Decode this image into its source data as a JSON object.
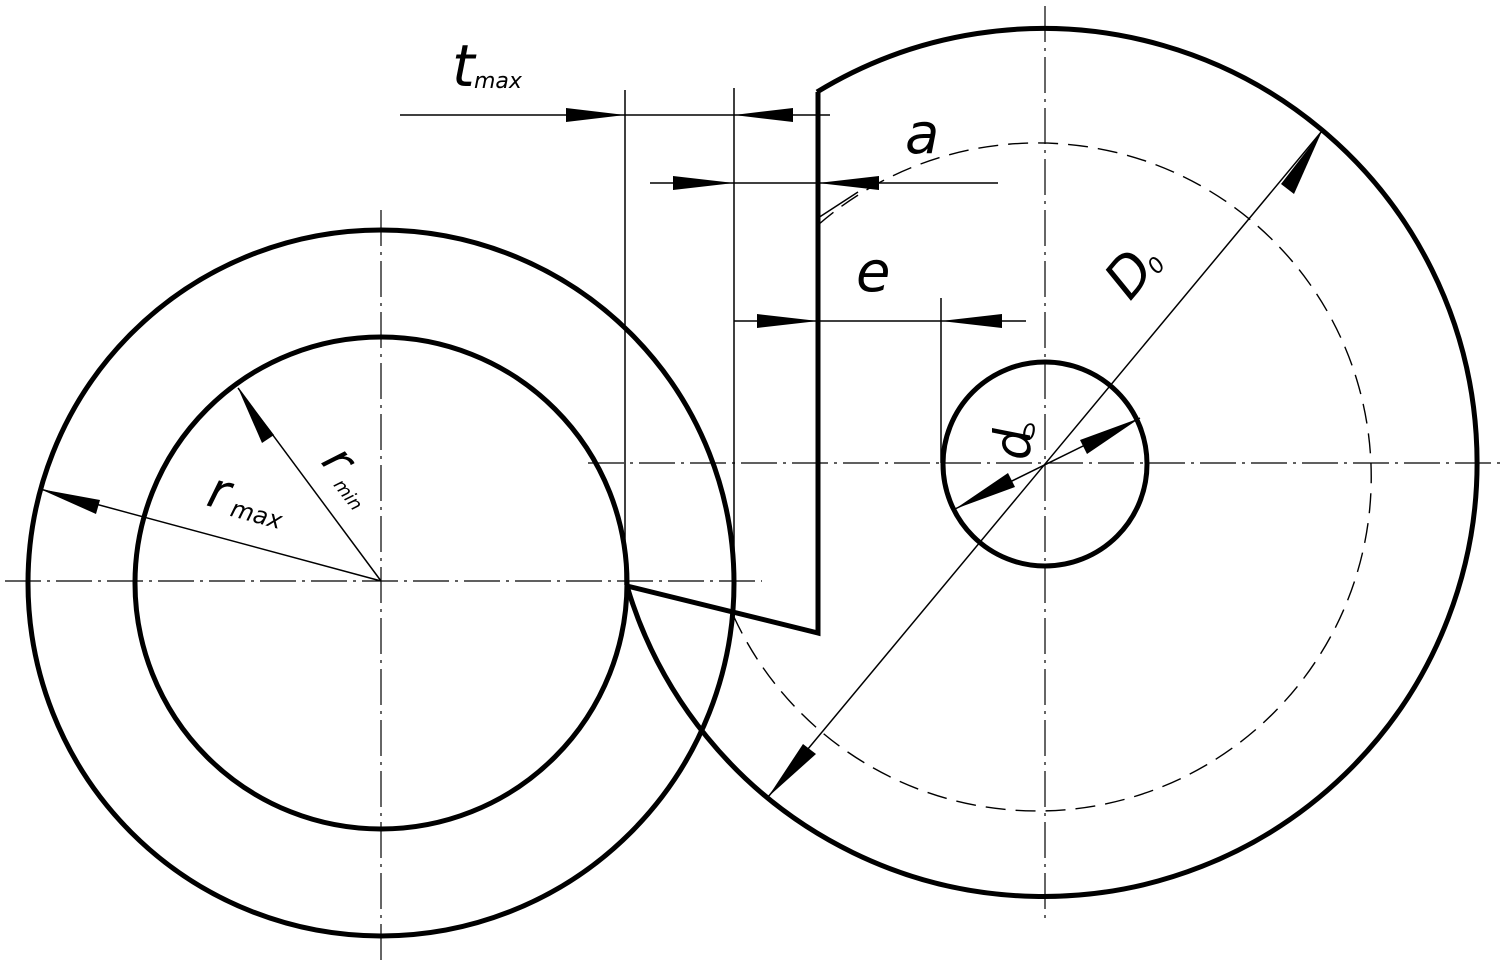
{
  "labels": {
    "t": "t",
    "t_sub": "max",
    "a": "a",
    "e": "e",
    "D": "D",
    "D_sub": "0",
    "d": "d",
    "d_sub": "0",
    "r_max": "r",
    "r_max_sub": "max",
    "r_min": "r",
    "r_min_sub": "min"
  }
}
